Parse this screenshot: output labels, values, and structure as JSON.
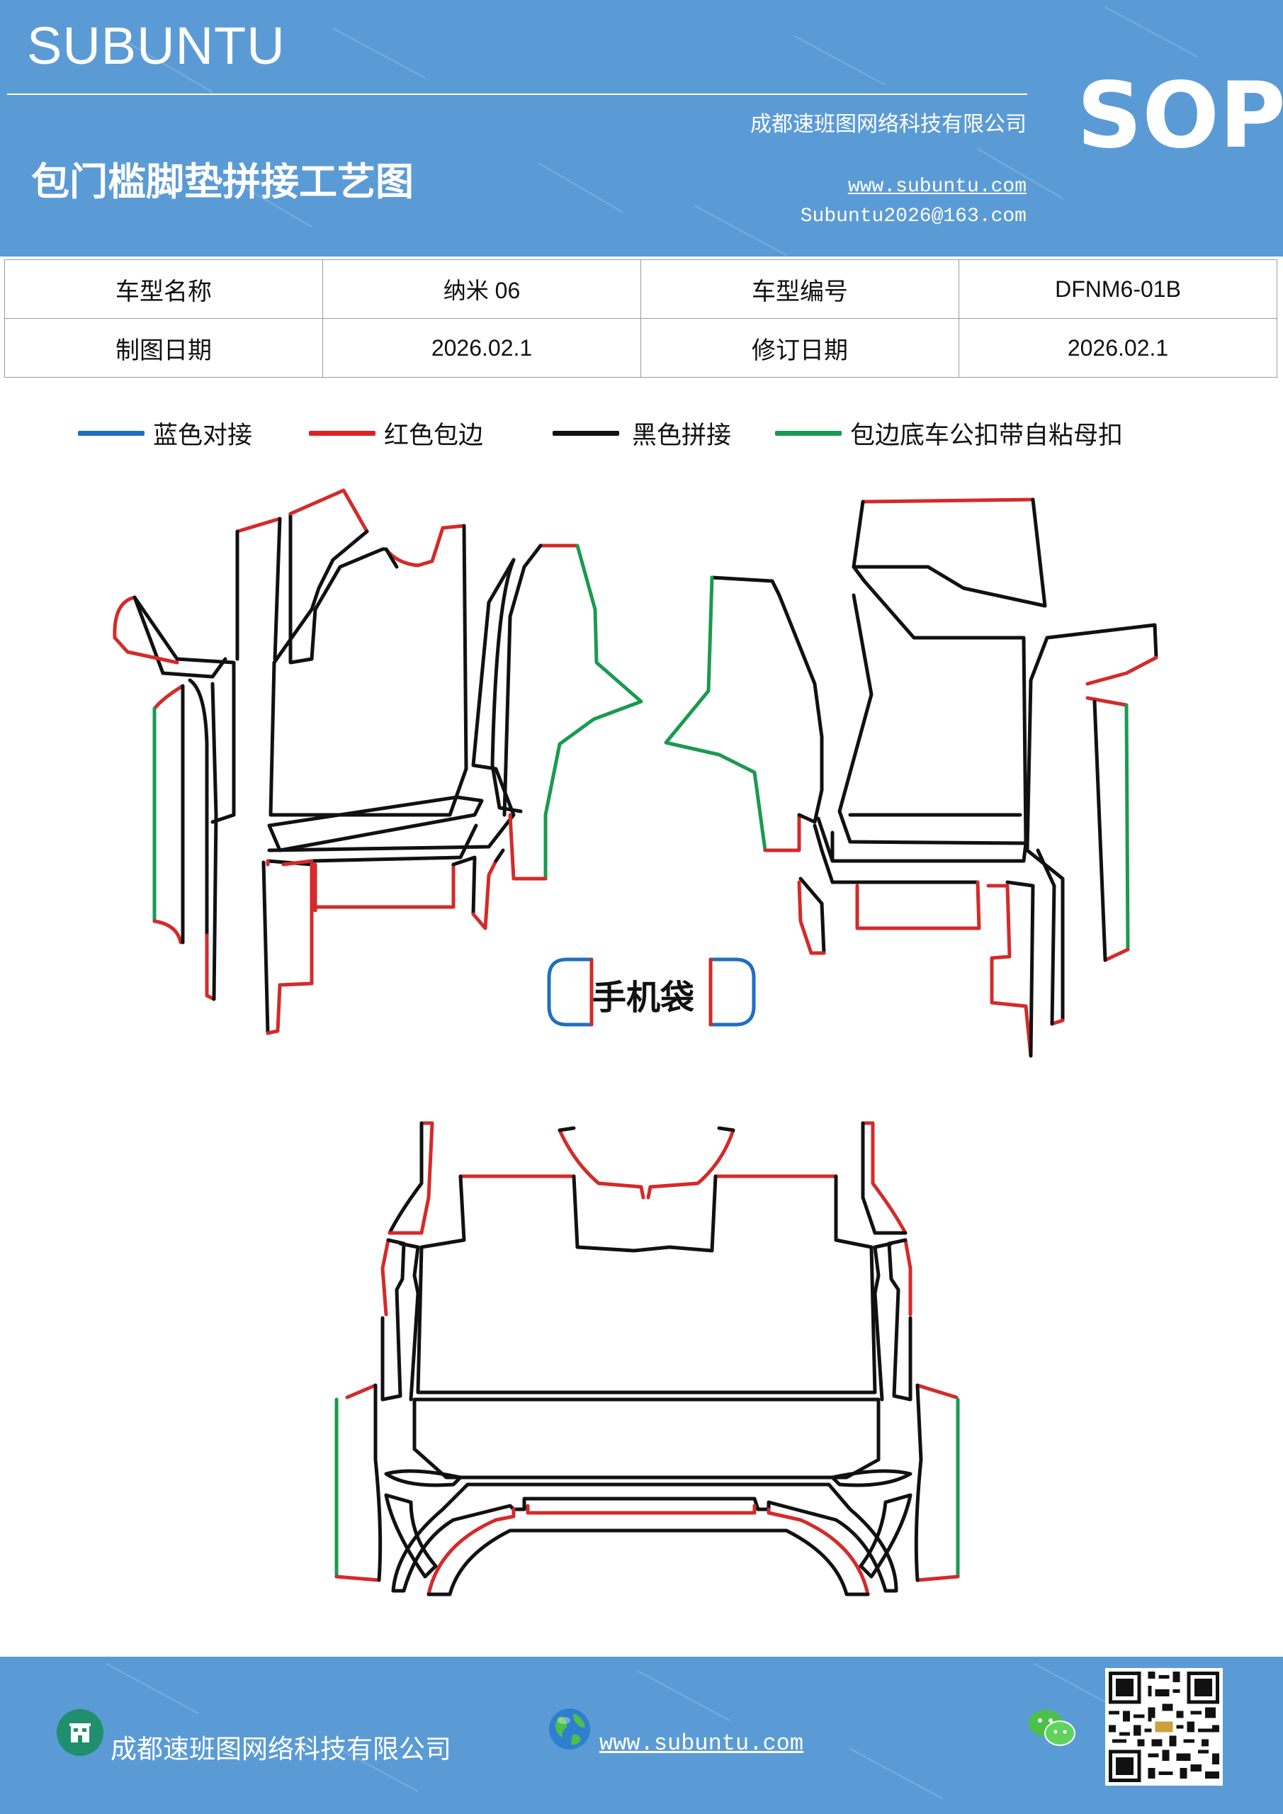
{
  "header": {
    "brand": "SUBUNTU",
    "company": "成都速班图网络科技有限公司",
    "title": "包门槛脚垫拼接工艺图",
    "website": "www.subuntu.com",
    "email": "Subuntu2026@163.com",
    "badge": "SOP"
  },
  "info_table": {
    "rows": [
      {
        "label1": "车型名称",
        "value1": "纳米 06",
        "label2": "车型编号",
        "value2": "DFNM6-01B"
      },
      {
        "label1": "制图日期",
        "value1": "2026.02.1",
        "label2": "修订日期",
        "value2": "2026.02.1"
      }
    ]
  },
  "legend": [
    {
      "label": "蓝色对接",
      "color": "#1f6fc0"
    },
    {
      "label": "红色包边",
      "color": "#e02020"
    },
    {
      "label": "黑色拼接",
      "color": "#111111"
    },
    {
      "label": "包边底车公扣带自粘母扣",
      "color": "#1a9a50"
    }
  ],
  "diagram": {
    "phone_pocket_label": "手机袋"
  },
  "footer": {
    "company": "成都速班图网络科技有限公司",
    "website": "www.subuntu.com ",
    "icons": [
      "building-icon",
      "globe-icon",
      "wechat-icon",
      "qr-code"
    ]
  }
}
